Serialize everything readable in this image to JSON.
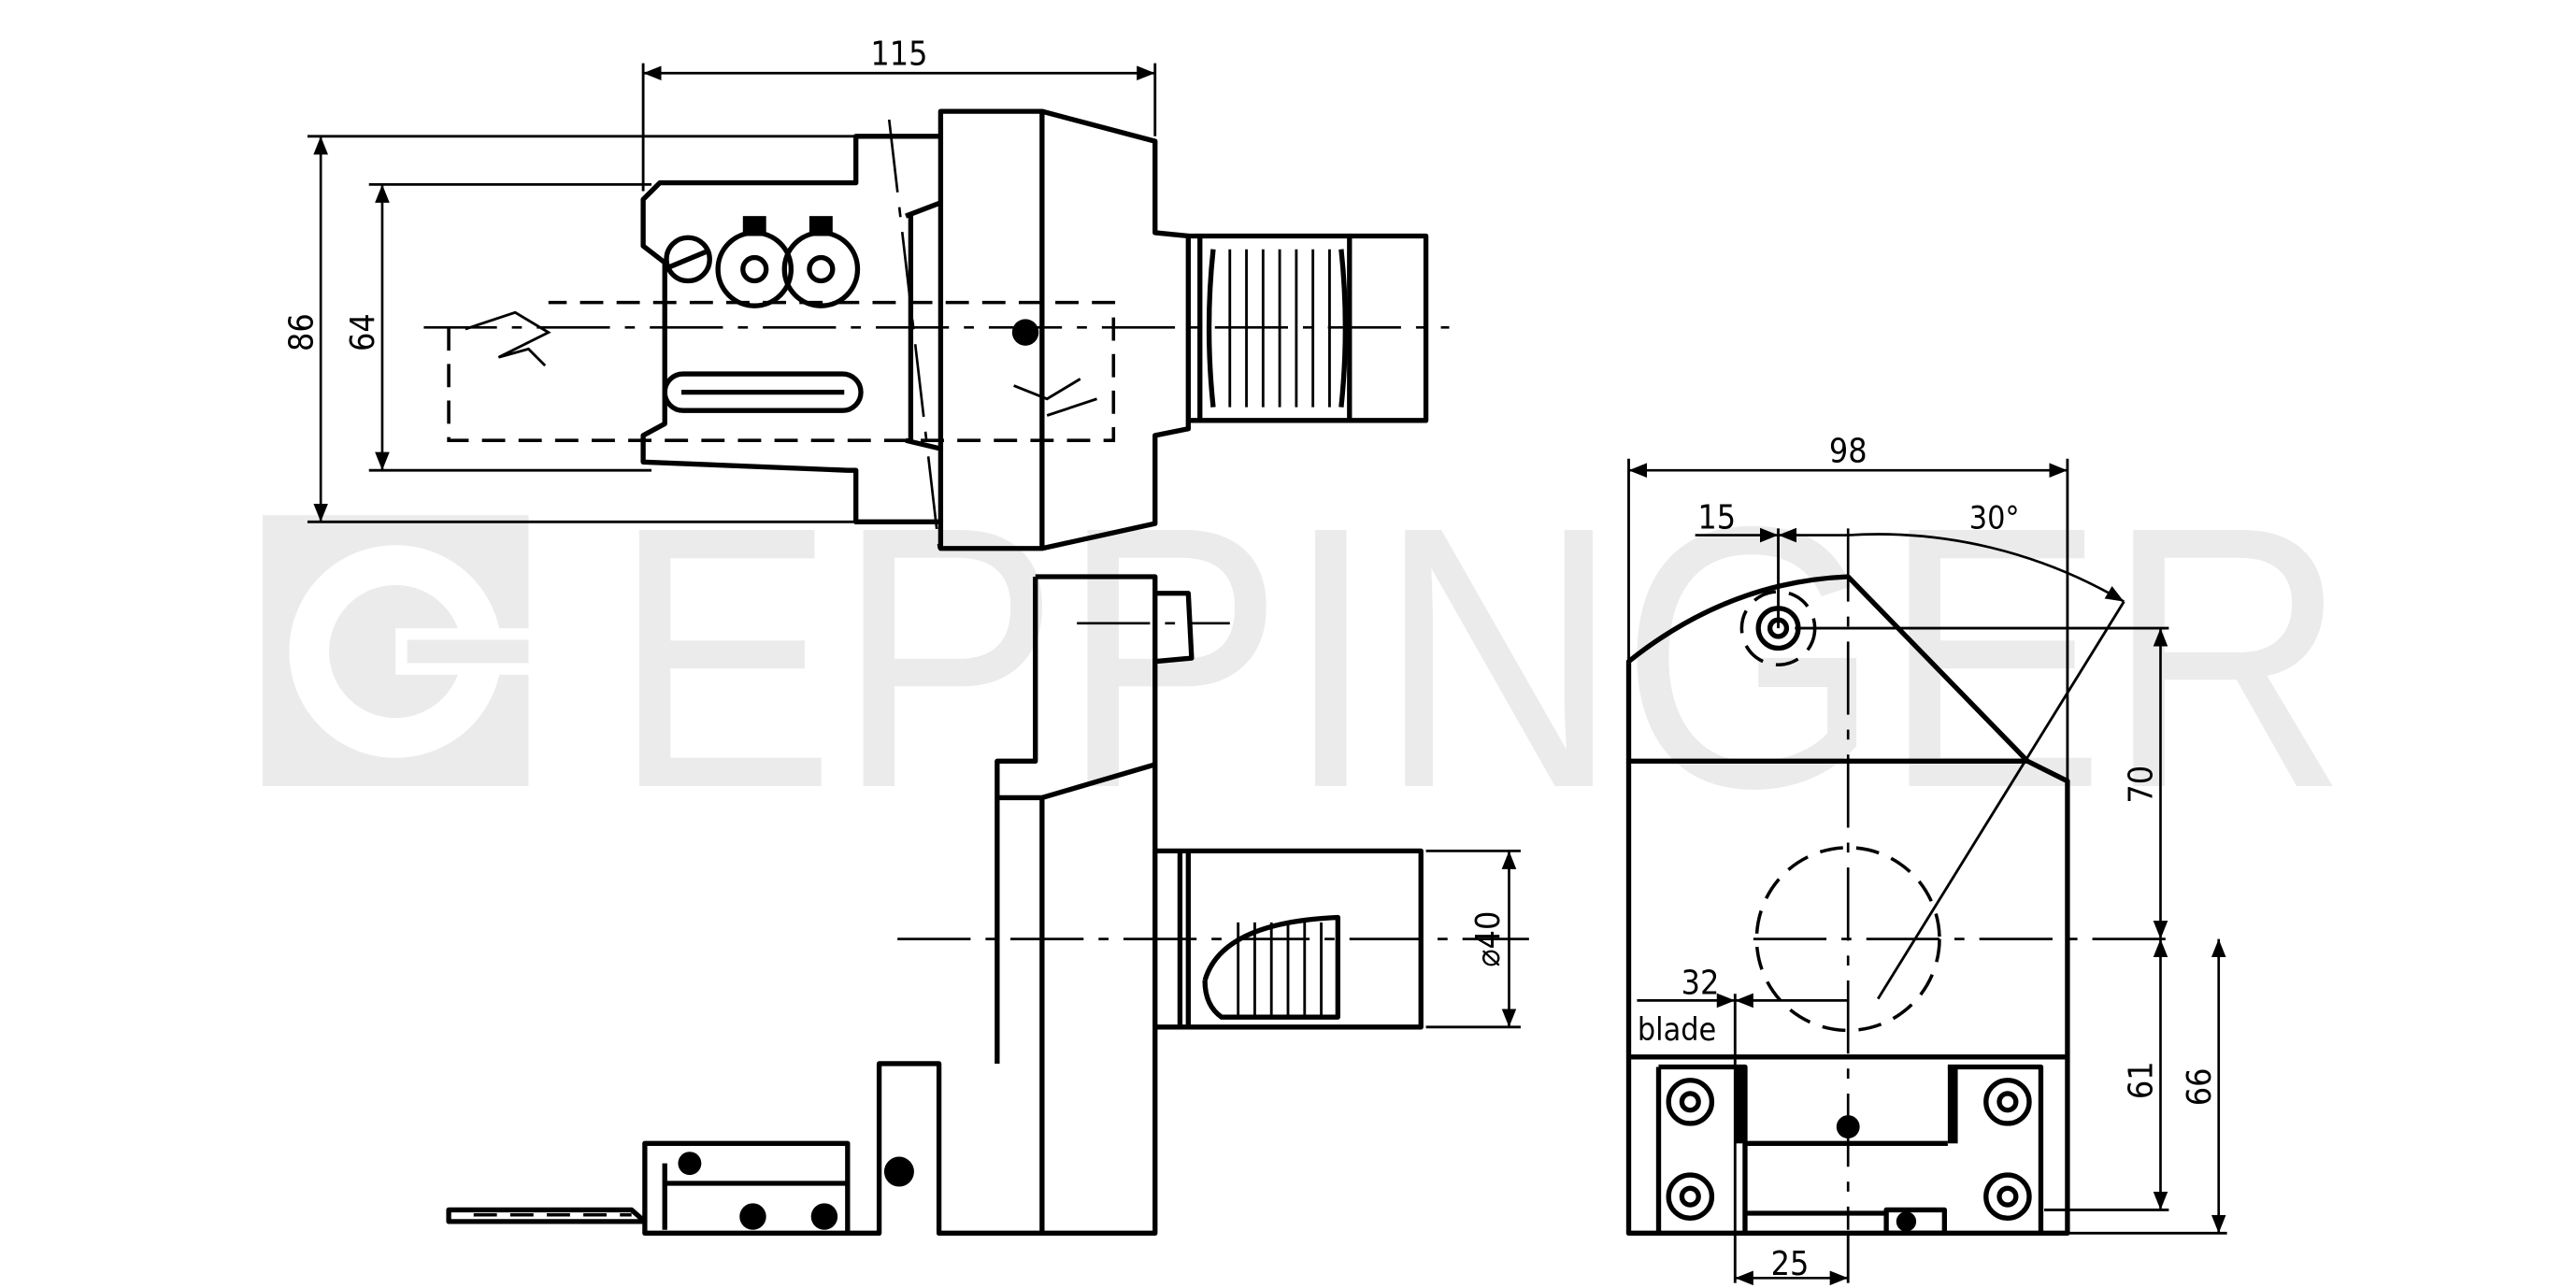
{
  "watermark": {
    "brand": "EPPINGER"
  },
  "dimensions": {
    "width_top": "115",
    "height_total": "86",
    "height_shank_zone": "64",
    "width_end_view": "98",
    "offset_top": "15",
    "angle": "30°",
    "height_70": "70",
    "shank_diameter": "⌀40",
    "blade_offset": "32",
    "blade_label": "blade",
    "height_61": "61",
    "height_66": "66",
    "bottom_25": "25"
  },
  "colors": {
    "line": "#000000",
    "watermark": "#ebebeb",
    "background": "#ffffff"
  }
}
